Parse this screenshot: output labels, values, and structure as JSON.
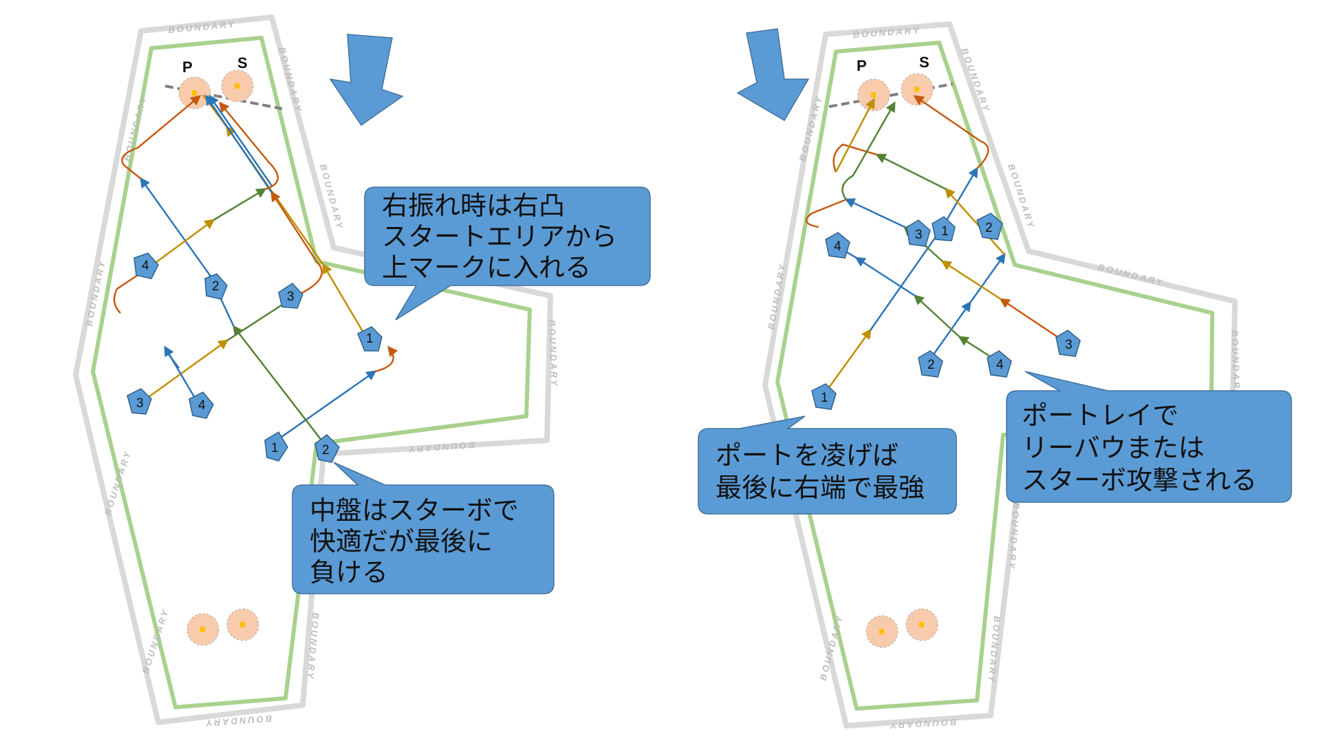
{
  "boundary_label": "BOUNDARY",
  "marks": {
    "pin": "P",
    "starboard": "S"
  },
  "colors": {
    "boundary_outer": "#d9d9d9",
    "boundary_inner": "#a9d18e",
    "callout_fill": "#5b9bd5",
    "boat_fill": "#5b9bd5",
    "mark_fill": "#f8cbad",
    "mark_core": "#ffc000",
    "track_blue": "#2e75b6",
    "track_green": "#548235",
    "track_gold": "#bf9000",
    "track_orange": "#c55a11",
    "wind_arrow": "#5b9bd5",
    "start_line": "#7f7f7f"
  },
  "left_panel": {
    "callout_top": [
      "右振れ時は右凸",
      "スタートエリアから",
      "上マークに入れる"
    ],
    "callout_bottom": [
      "中盤はスターボで",
      "快適だが最後に",
      "負ける"
    ],
    "boat_numbers": [
      "1",
      "2",
      "3",
      "4"
    ]
  },
  "right_panel": {
    "callout_left": [
      "ポートを凌げば",
      "最後に右端で最強"
    ],
    "callout_right": [
      "ポートレイで",
      "リーバウまたは",
      "スターボ攻撃される"
    ],
    "boat_numbers": [
      "1",
      "2",
      "3",
      "4"
    ]
  }
}
